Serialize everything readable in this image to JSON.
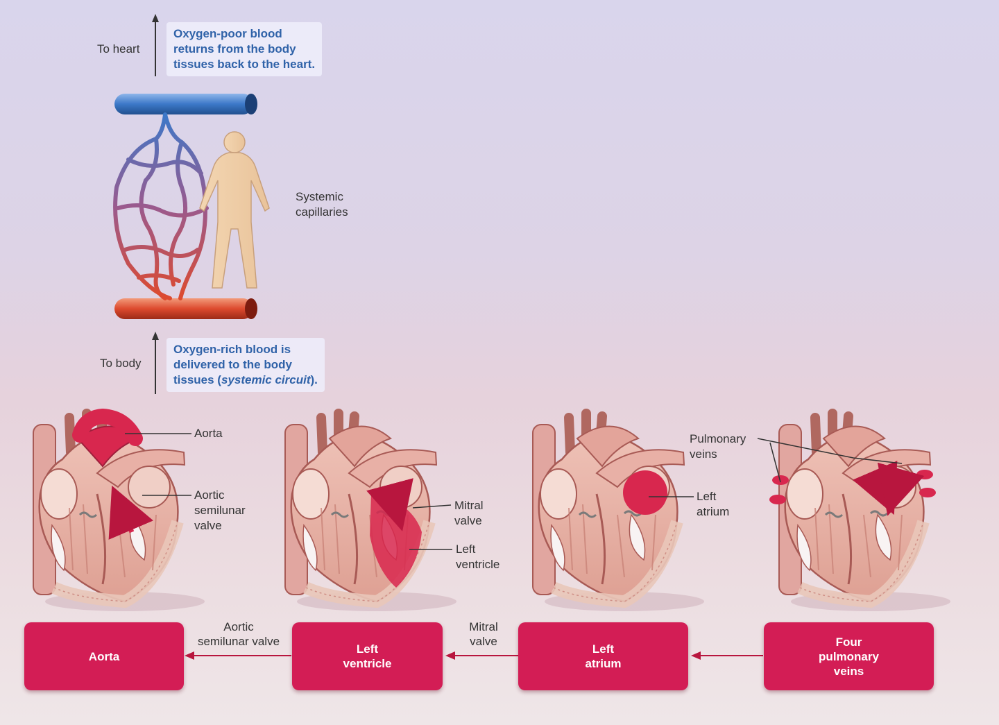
{
  "flow_up": {
    "to_heart_label": "To heart",
    "note_poor": [
      "Oxygen-poor blood",
      "returns from the body",
      "tissues back to the heart."
    ]
  },
  "flow_body": {
    "to_body_label": "To body",
    "note_rich_lines": [
      "Oxygen-rich blood is",
      "delivered to the body"
    ],
    "note_rich_last_prefix": "tissues (",
    "note_rich_last_italic": "systemic circuit",
    "note_rich_last_suffix": ")."
  },
  "capillaries_label": [
    "Systemic",
    "capillaries"
  ],
  "heart_labels": {
    "aorta": "Aorta",
    "aortic_valve": [
      "Aortic",
      "semilunar",
      "valve"
    ],
    "mitral_valve": [
      "Mitral",
      "valve"
    ],
    "left_ventricle": [
      "Left",
      "ventricle"
    ],
    "left_atrium": [
      "Left",
      "atrium"
    ],
    "pulmonary_veins": [
      "Pulmonary",
      "veins"
    ]
  },
  "boxes": {
    "aorta": [
      "Aorta"
    ],
    "left_ventricle": [
      "Left",
      "ventricle"
    ],
    "left_atrium": [
      "Left",
      "atrium"
    ],
    "pulmonary_veins": [
      "Four",
      "pulmonary",
      "veins"
    ]
  },
  "connectors": {
    "aortic_valve": [
      "Aortic",
      "semilunar valve"
    ],
    "mitral_valve": [
      "Mitral",
      "valve"
    ]
  },
  "colors": {
    "box": "#d31d55",
    "vein_blue": "#3c78c8",
    "artery_red": "#dd4a2e",
    "note_text": "#2f62a8",
    "heart_tissue": "#e7b0a6",
    "oxygen_rich": "#d8274e"
  }
}
